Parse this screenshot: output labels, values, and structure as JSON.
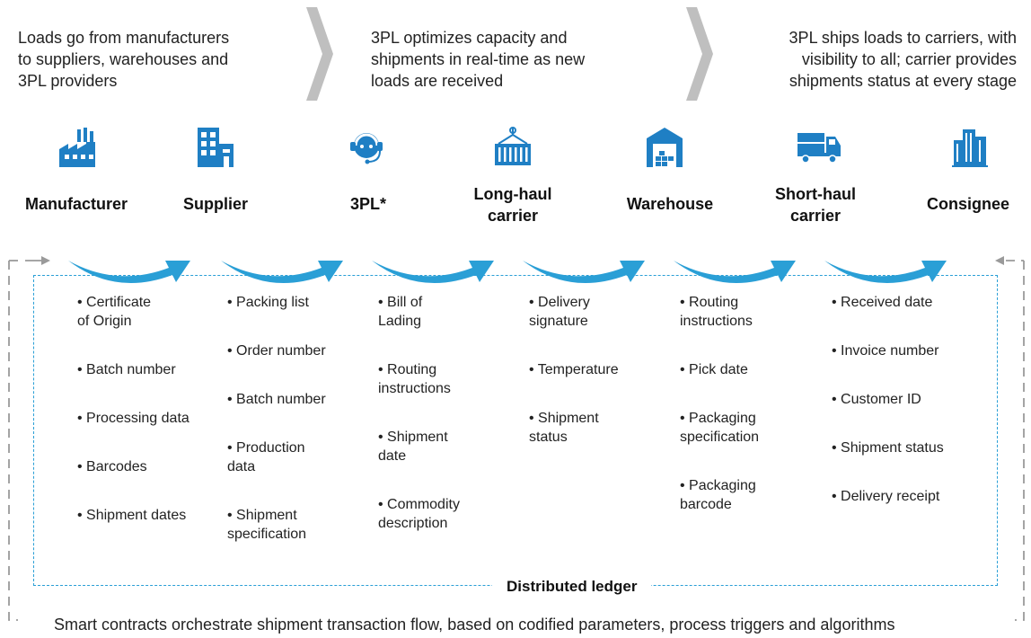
{
  "steps": [
    {
      "line1": "Loads go from manufacturers",
      "line2": "to suppliers, warehouses and",
      "line3": "3PL providers"
    },
    {
      "line1": "3PL optimizes capacity and",
      "line2": "shipments in real-time as new",
      "line3": "loads are received"
    },
    {
      "line1": "3PL ships loads to carriers, with",
      "line2": "visibility to all; carrier provides",
      "line3": "shipments status at every stage"
    }
  ],
  "actors": [
    {
      "line1": "Manufacturer",
      "line2": "",
      "icon": "factory-icon"
    },
    {
      "line1": "Supplier",
      "line2": "",
      "icon": "building-icon"
    },
    {
      "line1": "3PL*",
      "line2": "",
      "icon": "headset-agent-icon"
    },
    {
      "line1": "Long-haul",
      "line2": "carrier",
      "icon": "shipping-container-icon"
    },
    {
      "line1": "Warehouse",
      "line2": "",
      "icon": "warehouse-icon"
    },
    {
      "line1": "Short-haul",
      "line2": "carrier",
      "icon": "truck-icon"
    },
    {
      "line1": "Consignee",
      "line2": "",
      "icon": "office-buildings-icon"
    }
  ],
  "columns": [
    {
      "items": [
        {
          "l1": "Certificate",
          "l2": "of Origin"
        },
        {
          "l1": "Batch number",
          "l2": ""
        },
        {
          "l1": "Processing data",
          "l2": ""
        },
        {
          "l1": "Barcodes",
          "l2": ""
        },
        {
          "l1": "Shipment dates",
          "l2": ""
        }
      ]
    },
    {
      "items": [
        {
          "l1": "Packing list",
          "l2": ""
        },
        {
          "l1": "Order number",
          "l2": ""
        },
        {
          "l1": "Batch number",
          "l2": ""
        },
        {
          "l1": "Production",
          "l2": "data"
        },
        {
          "l1": "Shipment",
          "l2": "specification"
        }
      ]
    },
    {
      "items": [
        {
          "l1": "Bill of",
          "l2": "Lading"
        },
        {
          "l1": "Routing",
          "l2": "instructions"
        },
        {
          "l1": "Shipment",
          "l2": "date"
        },
        {
          "l1": "Commodity",
          "l2": "description"
        }
      ]
    },
    {
      "items": [
        {
          "l1": "Delivery",
          "l2": "signature"
        },
        {
          "l1": "Temperature",
          "l2": ""
        },
        {
          "l1": "Shipment",
          "l2": "status"
        }
      ]
    },
    {
      "items": [
        {
          "l1": "Routing",
          "l2": "instructions"
        },
        {
          "l1": "Pick date",
          "l2": ""
        },
        {
          "l1": "Packaging",
          "l2": "specification"
        },
        {
          "l1": "Packaging",
          "l2": "barcode"
        }
      ]
    },
    {
      "items": [
        {
          "l1": "Received date",
          "l2": ""
        },
        {
          "l1": "Invoice number",
          "l2": ""
        },
        {
          "l1": "Customer ID",
          "l2": ""
        },
        {
          "l1": "Shipment status",
          "l2": ""
        },
        {
          "l1": "Delivery receipt",
          "l2": ""
        }
      ]
    }
  ],
  "ledger_label": "Distributed ledger",
  "footer": "Smart contracts orchestrate shipment transaction flow, based on codified parameters, process triggers and algorithms",
  "colors": {
    "accent": "#2a9fd6",
    "icon": "#1f7fc4",
    "chevron": "#bfbfbf",
    "loop": "#9a9a9a"
  }
}
